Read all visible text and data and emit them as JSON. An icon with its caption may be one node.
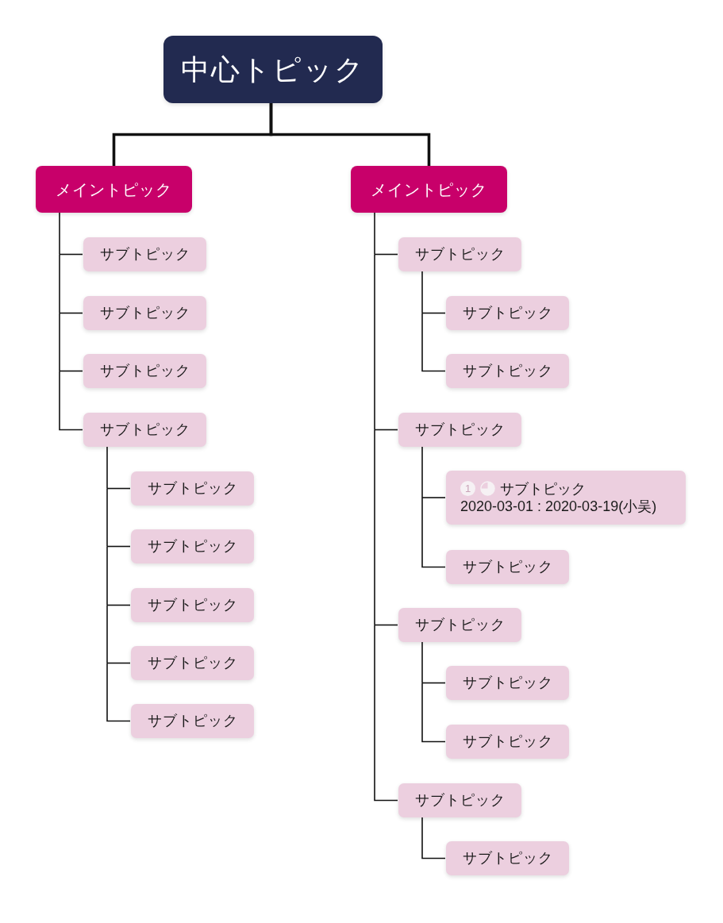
{
  "diagram": {
    "nodes": [
      {
        "text": [
          "中心トピック"
        ]
      },
      {
        "text": [
          "メイントピック"
        ]
      },
      {
        "text": [
          "サブトピック"
        ]
      },
      {
        "text": [
          "サブトピック"
        ]
      },
      {
        "text": [
          "サブトピック"
        ]
      },
      {
        "text": [
          "サブトピック"
        ]
      },
      {
        "text": [
          "サブトピック"
        ]
      },
      {
        "text": [
          "サブトピック"
        ]
      },
      {
        "text": [
          "サブトピック"
        ]
      },
      {
        "text": [
          "サブトピック"
        ]
      },
      {
        "text": [
          "サブトピック"
        ]
      },
      {
        "text": [
          "メイントピック"
        ]
      },
      {
        "text": [
          "サブトピック"
        ]
      },
      {
        "text": [
          "サブトピック"
        ]
      },
      {
        "text": [
          "サブトピック"
        ]
      },
      {
        "text": [
          "サブトピック"
        ]
      },
      {
        "text": [
          "1",
          "サブトピック",
          "2020-03-01 : 2020-03-19(小吴)"
        ]
      },
      {
        "text": [
          "サブトピック"
        ]
      },
      {
        "text": [
          "サブトピック"
        ]
      },
      {
        "text": [
          "サブトピック"
        ]
      },
      {
        "text": [
          "サブトピック"
        ]
      },
      {
        "text": [
          "サブトピック"
        ]
      },
      {
        "text": [
          "サブトピック"
        ]
      }
    ],
    "edges": [
      {
        "from": 0,
        "to": 1,
        "arrow": "none",
        "style": "thick"
      },
      {
        "from": 0,
        "to": 11,
        "arrow": "none",
        "style": "thick"
      },
      {
        "from": 1,
        "to": 2,
        "arrow": "none"
      },
      {
        "from": 1,
        "to": 3,
        "arrow": "none"
      },
      {
        "from": 1,
        "to": 4,
        "arrow": "none"
      },
      {
        "from": 1,
        "to": 5,
        "arrow": "none"
      },
      {
        "from": 5,
        "to": 6,
        "arrow": "none"
      },
      {
        "from": 5,
        "to": 7,
        "arrow": "none"
      },
      {
        "from": 5,
        "to": 8,
        "arrow": "none"
      },
      {
        "from": 5,
        "to": 9,
        "arrow": "none"
      },
      {
        "from": 5,
        "to": 10,
        "arrow": "none"
      },
      {
        "from": 11,
        "to": 12,
        "arrow": "none"
      },
      {
        "from": 12,
        "to": 13,
        "arrow": "none"
      },
      {
        "from": 12,
        "to": 14,
        "arrow": "none"
      },
      {
        "from": 11,
        "to": 15,
        "arrow": "none"
      },
      {
        "from": 15,
        "to": 16,
        "arrow": "none"
      },
      {
        "from": 15,
        "to": 17,
        "arrow": "none"
      },
      {
        "from": 11,
        "to": 18,
        "arrow": "none"
      },
      {
        "from": 18,
        "to": 19,
        "arrow": "none"
      },
      {
        "from": 18,
        "to": 20,
        "arrow": "none"
      },
      {
        "from": 11,
        "to": 21,
        "arrow": "none"
      },
      {
        "from": 21,
        "to": 22,
        "arrow": "none"
      }
    ]
  }
}
